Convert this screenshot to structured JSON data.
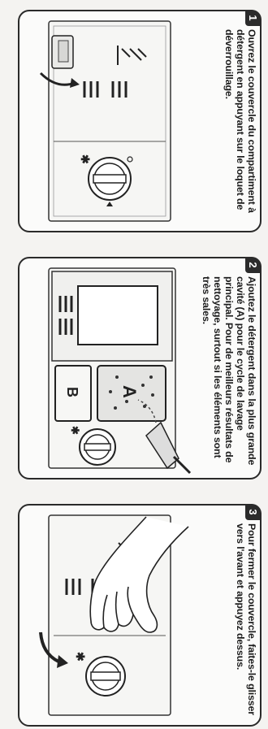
{
  "steps": [
    {
      "number": "1",
      "text": "Ouvrez le couvercle du compartiment à détergent en appuyant sur le loquet de déverrouillage."
    },
    {
      "number": "2",
      "text": "Ajoutez le détergent dans la plus grande cavité (A) pour le cycle de lavage principal. Pour de meilleurs résultats de nettoyage, surtout si les éléments sont très sales,",
      "labels": {
        "a": "A",
        "b": "B"
      }
    },
    {
      "number": "3",
      "text": "Pour fermer le couvercle, faites-le glisser vers l'avant et appuyez dessus."
    }
  ]
}
